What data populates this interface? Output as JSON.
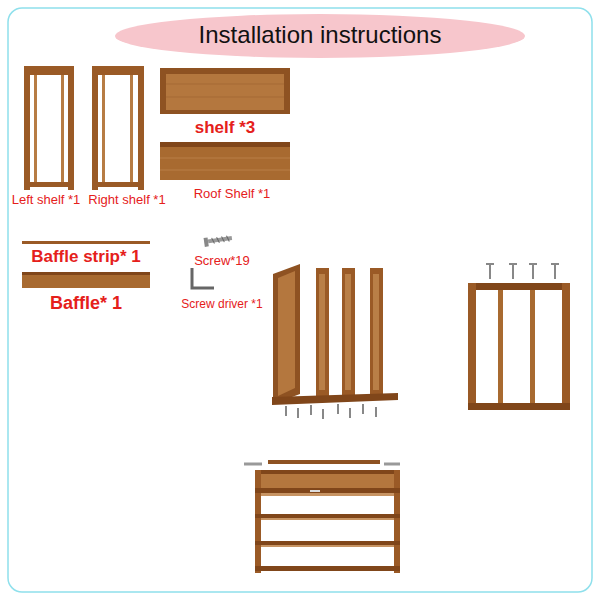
{
  "diagram": {
    "title": "Installation instructions",
    "labels": [
      "shelf *3",
      "Left shelf *1",
      "Right shelf *1",
      "Roof Shelf *1",
      "Baffle strip* 1",
      "Screw*19",
      "Baffle* 1",
      "Screw driver *1"
    ]
  }
}
